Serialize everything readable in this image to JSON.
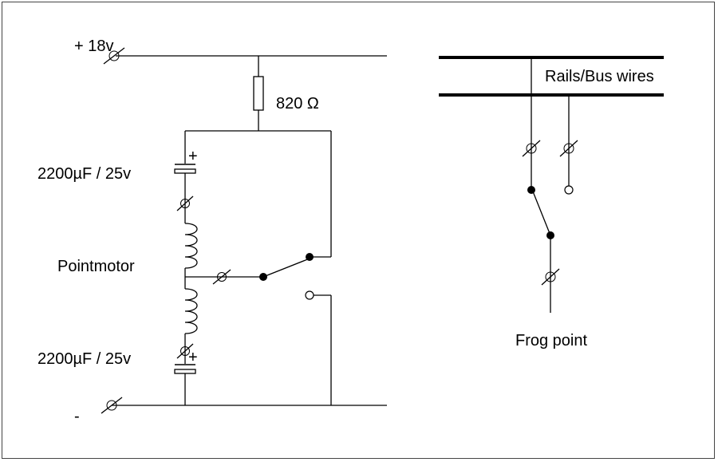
{
  "labels": {
    "supply_positive": "+ 18v",
    "supply_negative": "-",
    "resistor": "820 Ω",
    "capacitor_top": "2200µF / 25v",
    "capacitor_bottom": "2200µF / 25v",
    "motor": "Pointmotor",
    "bus": "Rails/Bus wires",
    "frog": "Frog point",
    "cap_top_plus": "+",
    "cap_bottom_plus": "+"
  }
}
